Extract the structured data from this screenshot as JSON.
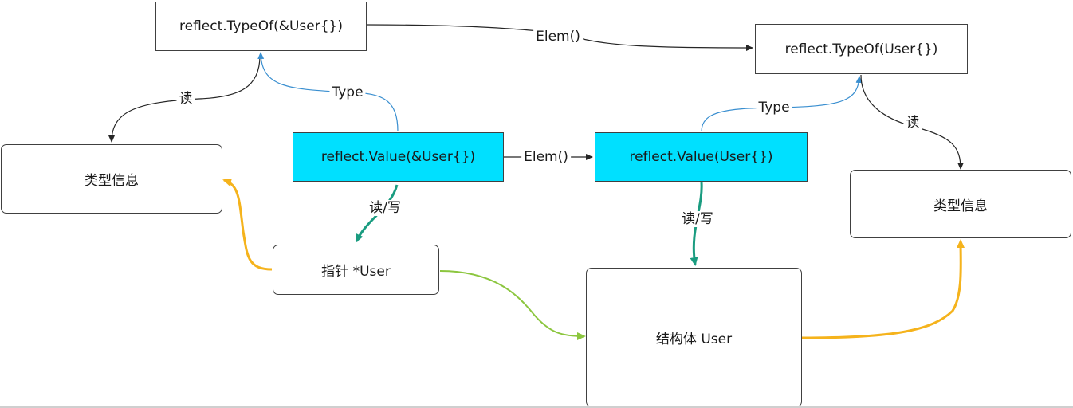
{
  "nodes": {
    "typeof_ptr": "reflect.TypeOf(&User{})",
    "typeof_struct": "reflect.TypeOf(User{})",
    "value_ptr": "reflect.Value(&User{})",
    "value_struct": "reflect.Value(User{})",
    "type_info_left": "类型信息",
    "type_info_right": "类型信息",
    "pointer_user": "指针 *User",
    "struct_user": "结构体 User"
  },
  "edge_labels": {
    "elem_top": "Elem()",
    "elem_middle": "Elem()",
    "type_left": "Type",
    "type_right": "Type",
    "read_left": "读",
    "read_right": "读",
    "readwrite_left": "读/写",
    "readwrite_right": "读/写"
  },
  "colors": {
    "cyan_fill": "#00e0ff",
    "black_edge": "#262626",
    "blue_edge": "#3a8fd0",
    "teal_edge": "#1a9c80",
    "orange_edge": "#f5b31c",
    "green_edge": "#8cc63f"
  }
}
